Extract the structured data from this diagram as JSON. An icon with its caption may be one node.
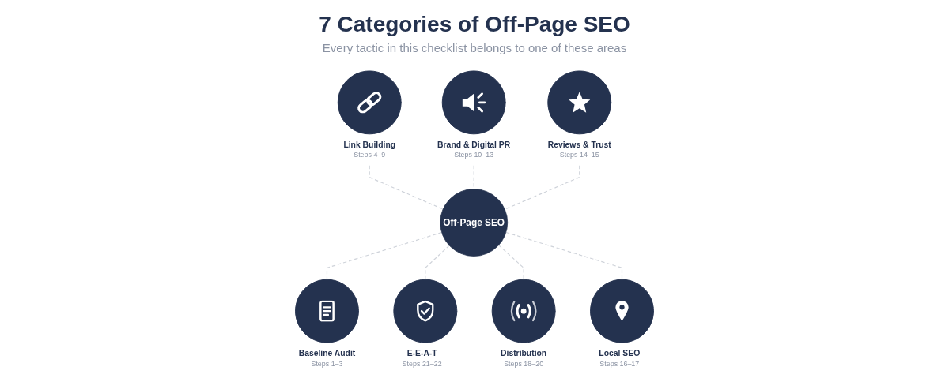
{
  "diagram": {
    "title": "7 Categories of Off-Page SEO",
    "nodes": [
      {
        "text": [
          "Brand & Digital PR",
          "Steps 10–13"
        ]
      },
      {
        "text": [
          "Link Building",
          "Steps 4–9"
        ]
      },
      {
        "text": [
          "Reviews & Trust",
          "Steps 14–15"
        ]
      },
      {
        "text": [
          "Baseline Audit",
          "Steps 1–3"
        ]
      },
      {
        "text": [
          "Off-Page SEO"
        ]
      },
      {
        "text": [
          "Local SEO",
          "Steps 16–17"
        ]
      },
      {
        "text": [
          "E-E-A-T",
          "Steps 21–22"
        ]
      },
      {
        "text": [
          "Distribution",
          "Steps 18–20"
        ]
      }
    ],
    "edges": [
      {
        "from": 1,
        "to": 4,
        "arrow": "none",
        "style": "dashed"
      },
      {
        "from": 0,
        "to": 4,
        "arrow": "none",
        "style": "dashed"
      },
      {
        "from": 2,
        "to": 4,
        "arrow": "none",
        "style": "dashed"
      },
      {
        "from": 4,
        "to": 3,
        "arrow": "none",
        "style": "dashed"
      },
      {
        "from": 4,
        "to": 6,
        "arrow": "none",
        "style": "dashed"
      },
      {
        "from": 4,
        "to": 7,
        "arrow": "none",
        "style": "dashed"
      },
      {
        "from": 4,
        "to": 5,
        "arrow": "none",
        "style": "dashed"
      }
    ],
    "labels": [
      "Every tactic in this checklist belongs to one of these areas"
    ]
  }
}
